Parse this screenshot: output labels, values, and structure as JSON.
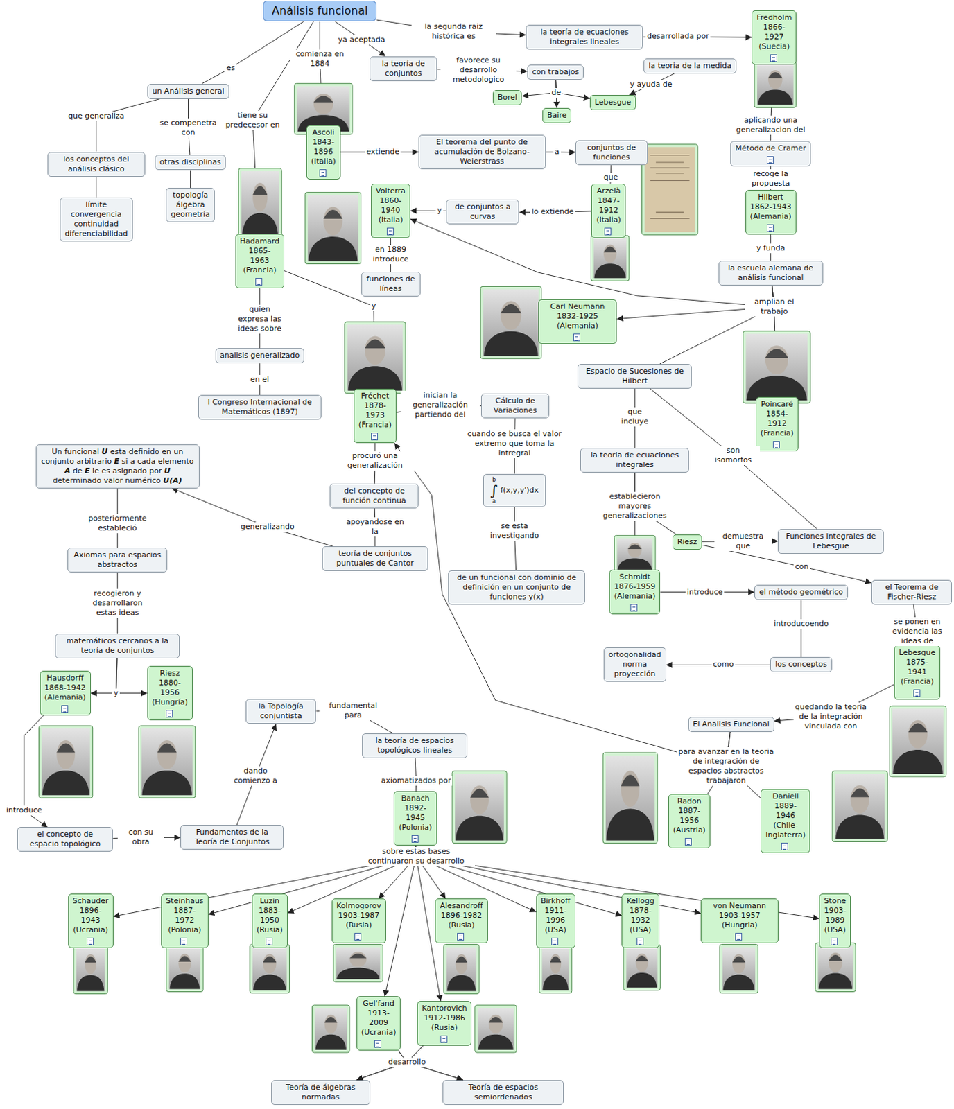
{
  "diagram": {
    "nodes": [
      {
        "text": [
          "Análisis funcional"
        ]
      },
      {
        "text": [
          "un Análisis general"
        ]
      },
      {
        "text": [
          "los conceptos del análisis clásico"
        ]
      },
      {
        "text": [
          "límite convergencia continuidad diferenciabilidad"
        ]
      },
      {
        "text": [
          "otras disciplinas"
        ]
      },
      {
        "text": [
          "topología álgebra geometría"
        ]
      },
      {
        "text": [
          "la teoría de conjuntos"
        ]
      },
      {
        "text": [
          "con trabajos"
        ]
      },
      {
        "text": [
          "Borel"
        ]
      },
      {
        "text": [
          "Baire"
        ]
      },
      {
        "text": [
          "Lebesgue"
        ]
      },
      {
        "text": [
          "la teoria de la medida"
        ]
      },
      {
        "text": [
          "la teoría de ecuaciones integrales lineales"
        ]
      },
      {
        "text": [
          "Fredholm 1866-1927 (Suecia)"
        ]
      },
      {
        "text": [
          "Método de Cramer"
        ]
      },
      {
        "text": [
          "Hilbert 1862-1943 (Alemania)"
        ]
      },
      {
        "text": [
          "la escuela alemana de análisis funcional"
        ]
      },
      {
        "text": [
          "Ascoli 1843-1896 (Italia)"
        ]
      },
      {
        "text": [
          "El teorema del punto de acumulación de Bolzano-Weierstrass"
        ]
      },
      {
        "text": [
          "conjuntos de funciones"
        ]
      },
      {
        "text": [
          "Arzelà 1847-1912 (Italia)"
        ]
      },
      {
        "text": [
          "de conjuntos a curvas"
        ]
      },
      {
        "text": [
          "Volterra 1860-1940 (Italia)"
        ]
      },
      {
        "text": [
          "funciones de líneas"
        ]
      },
      {
        "text": [
          "Hadamard 1865-1963 (Francia)"
        ]
      },
      {
        "text": [
          "analisis generalizado"
        ]
      },
      {
        "text": [
          "I Congreso Internacional de Matemáticos (1897)"
        ]
      },
      {
        "text": [
          "Carl Neumann 1832-1925 (Alemania)"
        ]
      },
      {
        "text": [
          "Poincaré 1854-1912 (Francia)"
        ]
      },
      {
        "text": [
          "Espacio de Sucesiones de Hilbert"
        ]
      },
      {
        "text": [
          "la teoria de ecuaciones integrales"
        ]
      },
      {
        "text": [
          "Funciones Integrales de Lebesgue"
        ]
      },
      {
        "text": [
          "Riesz"
        ]
      },
      {
        "text": [
          "Schmidt 1876-1959 (Alemania)"
        ]
      },
      {
        "text": [
          "el método geométrico"
        ]
      },
      {
        "text": [
          "el Teorema de Fischer-Riesz"
        ]
      },
      {
        "text": [
          "los conceptos"
        ]
      },
      {
        "text": [
          "ortogonalidad norma proyección"
        ]
      },
      {
        "text": [
          "Fréchet 1878-1973 (Francia)"
        ]
      },
      {
        "text": [
          "Cálculo de Variaciones"
        ]
      },
      {
        "text": [
          "b",
          "∫",
          "a",
          "f(x,y,y')dx"
        ]
      },
      {
        "text": [
          "de un funcional con dominio de definición en un conjunto de funciones y(x)"
        ]
      },
      {
        "text": [
          "del concepto de función continua"
        ]
      },
      {
        "text": [
          "teoría de conjuntos puntuales de Cantor"
        ]
      },
      {
        "text": [
          "Un funcional U esta definido en un conjunto arbitrario E si a cada elemento A de E le es asignado por U determinado valor numérico U(A)"
        ]
      },
      {
        "text": [
          "Axiomas para espacios abstractos"
        ]
      },
      {
        "text": [
          "matemáticos cercanos a la teoría de conjuntos"
        ]
      },
      {
        "text": [
          "Hausdorff 1868-1942 (Alemania)"
        ]
      },
      {
        "text": [
          "Riesz 1880-1956 (Hungría)"
        ]
      },
      {
        "text": [
          "el concepto de espacio topológico"
        ]
      },
      {
        "text": [
          "Fundamentos de la Teoría de Conjuntos"
        ]
      },
      {
        "text": [
          "la Topología conjuntista"
        ]
      },
      {
        "text": [
          "la teoría de espacios topológicos lineales"
        ]
      },
      {
        "text": [
          "Banach 1892-1945 (Polonia)"
        ]
      },
      {
        "text": [
          "El Analisis Funcional"
        ]
      },
      {
        "text": [
          "Lebesgue 1875-1941 (Francia)"
        ]
      },
      {
        "text": [
          "Radon 1887-1956 (Austria)"
        ]
      },
      {
        "text": [
          "Daniell 1889-1946 (Chile-Inglaterra)"
        ]
      },
      {
        "text": [
          "Schauder 1896-1943 (Ucrania)"
        ]
      },
      {
        "text": [
          "Steinhaus 1887-1972 (Polonia)"
        ]
      },
      {
        "text": [
          "Luzin 1883-1950 (Rusia)"
        ]
      },
      {
        "text": [
          "Kolmogorov 1903-1987 (Rusia)"
        ]
      },
      {
        "text": [
          "Alesandroff 1896-1982 (Rusia)"
        ]
      },
      {
        "text": [
          "Birkhoff 1911-1996 (USA)"
        ]
      },
      {
        "text": [
          "Kellogg 1878-1932 (USA)"
        ]
      },
      {
        "text": [
          "von Neumann 1903-1957 (Hungria)"
        ]
      },
      {
        "text": [
          "Stone 1903-1989 (USA)"
        ]
      },
      {
        "text": [
          "Gel'fand 1913-2009 (Ucrania)"
        ]
      },
      {
        "text": [
          "Kantorovich 1912-1986 (Rusia)"
        ]
      },
      {
        "text": [
          "Teoría de álgebras normadas"
        ]
      },
      {
        "text": [
          "Teoría de espacios semiordenados"
        ]
      }
    ],
    "edges": [
      {
        "from": 0,
        "to": 1,
        "label": "es",
        "arrow": "none"
      },
      {
        "from": 1,
        "to": 2,
        "label": "que generaliza",
        "arrow": "none"
      },
      {
        "from": 2,
        "to": 3,
        "arrow": "none"
      },
      {
        "from": 1,
        "to": 4,
        "label": "se compenetra con",
        "arrow": "none"
      },
      {
        "from": 4,
        "to": 5,
        "arrow": "none"
      },
      {
        "from": 0,
        "to": 24,
        "label": "tiene su predecesor en",
        "arrow": "none"
      },
      {
        "from": 0,
        "to": 17,
        "label": "comienza en 1884",
        "arrow": "none"
      },
      {
        "from": 0,
        "to": 6,
        "label": "ya aceptada",
        "arrow": "to"
      },
      {
        "from": 0,
        "to": 12,
        "label": "la segunda raiz histórica es",
        "arrow": "to"
      },
      {
        "from": 6,
        "to": 7,
        "label": "favorece su desarrollo metodologico",
        "arrow": "to"
      },
      {
        "from": 7,
        "to": 8,
        "label": "de",
        "arrow": "to"
      },
      {
        "from": 7,
        "to": 9,
        "arrow": "to"
      },
      {
        "from": 7,
        "to": 10,
        "arrow": "to"
      },
      {
        "from": 11,
        "to": 10,
        "label": "y ayuda de",
        "arrow": "to"
      },
      {
        "from": 12,
        "to": 13,
        "label": "desarrollada por",
        "arrow": "to"
      },
      {
        "from": 13,
        "to": 14,
        "label": "aplicando una generalizacion del",
        "arrow": "none"
      },
      {
        "from": 14,
        "to": 15,
        "label": "recoge la propuesta",
        "arrow": "none"
      },
      {
        "from": 15,
        "to": 16,
        "label": "y funda",
        "arrow": "none"
      },
      {
        "from": 16,
        "to": 27,
        "label": "amplian el trabajo",
        "arrow": "to"
      },
      {
        "from": 16,
        "to": 22,
        "arrow": "to"
      },
      {
        "from": 16,
        "to": 29,
        "arrow": "none"
      },
      {
        "from": 16,
        "to": 28,
        "arrow": "none"
      },
      {
        "from": 17,
        "to": 18,
        "label": "extiende",
        "arrow": "to"
      },
      {
        "from": 18,
        "to": 19,
        "label": "a",
        "arrow": "to"
      },
      {
        "from": 19,
        "to": 20,
        "label": "que",
        "arrow": "none"
      },
      {
        "from": 20,
        "to": 21,
        "label": "lo extiende",
        "arrow": "to"
      },
      {
        "from": 21,
        "to": 22,
        "label": "y",
        "arrow": "to"
      },
      {
        "from": 22,
        "to": 23,
        "label": "en 1889 introduce",
        "arrow": "none"
      },
      {
        "from": 24,
        "to": 38,
        "label": "y",
        "arrow": "none"
      },
      {
        "from": 24,
        "to": 25,
        "label": "quien expresa las ideas sobre",
        "arrow": "none"
      },
      {
        "from": 25,
        "to": 26,
        "label": "en el",
        "arrow": "none"
      },
      {
        "from": 38,
        "to": 39,
        "label": "inician la generalización partiendo del",
        "arrow": "to"
      },
      {
        "from": 39,
        "to": 40,
        "label": "cuando se busca el valor extremo que toma la intregral",
        "arrow": "none"
      },
      {
        "from": 40,
        "to": 41,
        "label": "se esta investigando",
        "arrow": "none"
      },
      {
        "from": 38,
        "to": 42,
        "label": "procuró una generalización",
        "arrow": "none"
      },
      {
        "from": 42,
        "to": 43,
        "label": "apoyandose en la",
        "arrow": "none"
      },
      {
        "from": 43,
        "to": 44,
        "label": "generalizando",
        "arrow": "to"
      },
      {
        "from": 44,
        "to": 45,
        "label": "posteriormente estableció",
        "arrow": "none"
      },
      {
        "from": 45,
        "to": 46,
        "label": "recogieron y desarrollaron estas ideas",
        "arrow": "none"
      },
      {
        "from": 46,
        "to": 47,
        "label": "y",
        "arrow": "to"
      },
      {
        "from": 46,
        "to": 48,
        "arrow": "to"
      },
      {
        "from": 47,
        "to": 49,
        "label": "introduce",
        "arrow": "to"
      },
      {
        "from": 49,
        "to": 50,
        "label": "con su obra",
        "arrow": "to"
      },
      {
        "from": 50,
        "to": 51,
        "label": "dando comienzo a",
        "arrow": "to"
      },
      {
        "from": 51,
        "to": 52,
        "label": "fundamental para",
        "arrow": "none"
      },
      {
        "from": 52,
        "to": 53,
        "label": "axiomatizados por",
        "arrow": "none"
      },
      {
        "from": 53,
        "to": 58,
        "label": "sobre estas bases continuaron su desarrollo",
        "arrow": "to"
      },
      {
        "from": 53,
        "to": 59,
        "arrow": "to"
      },
      {
        "from": 53,
        "to": 60,
        "arrow": "to"
      },
      {
        "from": 53,
        "to": 61,
        "arrow": "to"
      },
      {
        "from": 53,
        "to": 62,
        "arrow": "to"
      },
      {
        "from": 53,
        "to": 63,
        "arrow": "to"
      },
      {
        "from": 53,
        "to": 64,
        "arrow": "to"
      },
      {
        "from": 53,
        "to": 65,
        "arrow": "to"
      },
      {
        "from": 53,
        "to": 66,
        "arrow": "to"
      },
      {
        "from": 53,
        "to": 67,
        "arrow": "to"
      },
      {
        "from": 53,
        "to": 68,
        "arrow": "to"
      },
      {
        "from": 67,
        "to": 69,
        "label": "desarrollo",
        "arrow": "to"
      },
      {
        "from": 67,
        "to": 70,
        "arrow": "to"
      },
      {
        "from": 68,
        "to": 69,
        "arrow": "to"
      },
      {
        "from": 68,
        "to": 70,
        "arrow": "to"
      },
      {
        "from": 29,
        "to": 30,
        "label": "que incluye",
        "arrow": "none"
      },
      {
        "from": 30,
        "to": 33,
        "label": "establecieron mayores generalizaciones",
        "arrow": "none"
      },
      {
        "from": 30,
        "to": 32,
        "arrow": "none"
      },
      {
        "from": 29,
        "to": 31,
        "label": "son isomorfos",
        "arrow": "none"
      },
      {
        "from": 32,
        "to": 31,
        "label": "demuestra que",
        "arrow": "to"
      },
      {
        "from": 32,
        "to": 35,
        "label": "con",
        "arrow": "to"
      },
      {
        "from": 33,
        "to": 34,
        "label": "introduce",
        "arrow": "to"
      },
      {
        "from": 34,
        "to": 36,
        "label": "introducoendo",
        "arrow": "none"
      },
      {
        "from": 36,
        "to": 37,
        "label": "como",
        "arrow": "to"
      },
      {
        "from": 35,
        "to": 55,
        "label": "se ponen en evidencia las ideas de",
        "arrow": "none"
      },
      {
        "from": 55,
        "to": 54,
        "label": "quedando la teoria de la integración vinculada con",
        "arrow": "to"
      },
      {
        "from": 54,
        "to": 56,
        "label": "para avanzar en la teoria de integración de espacios abstractos trabajaron",
        "arrow": "none"
      },
      {
        "from": 54,
        "to": 57,
        "arrow": "none"
      },
      {
        "from": 54,
        "to": 38,
        "arrow": "to"
      }
    ]
  }
}
